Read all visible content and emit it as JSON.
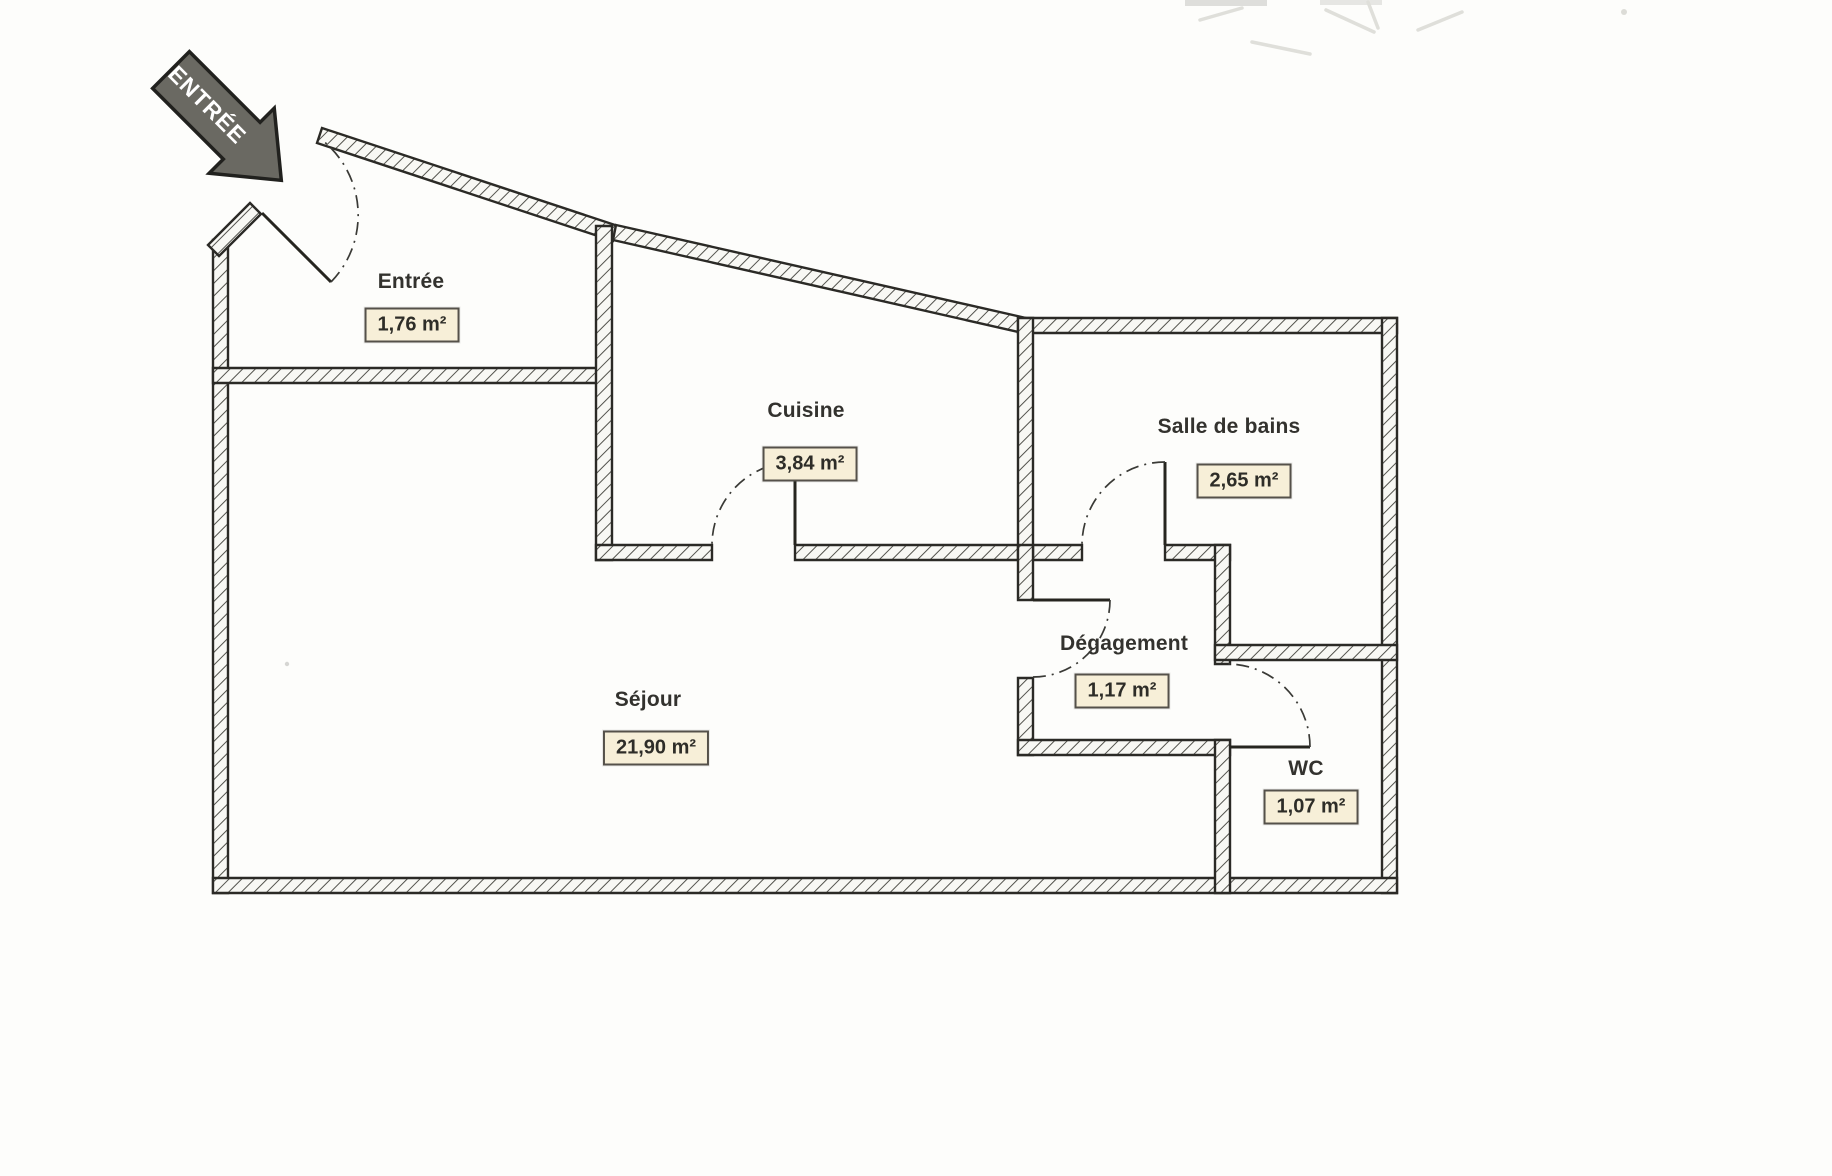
{
  "entrance": {
    "label": "ENTRÉE",
    "icon": "arrow-down-right"
  },
  "rooms": {
    "entree": {
      "name": "Entrée",
      "area": "1,76 m²"
    },
    "cuisine": {
      "name": "Cuisine",
      "area": "3,84 m²"
    },
    "salle_de_bains": {
      "name": "Salle de bains",
      "area": "2,65 m²"
    },
    "sejour": {
      "name": "Séjour",
      "area": "21,90 m²"
    },
    "degagement": {
      "name": "Dégagement",
      "area": "1,17 m²"
    },
    "wc": {
      "name": "WC",
      "area": "1,07 m²"
    }
  },
  "colors": {
    "wall_outline": "#2b2a26",
    "wall_hatch": "#4a4a44",
    "area_box_bg": "#f7efd8",
    "area_box_border": "#55514a",
    "arrow_fill": "#6a6962",
    "arrow_text": "#ffffff",
    "door_arc": "#3a3a36"
  }
}
